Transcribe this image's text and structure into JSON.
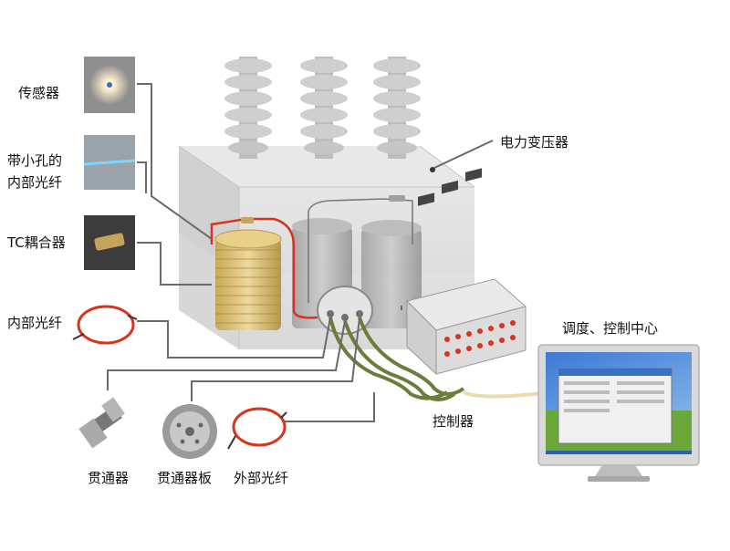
{
  "labels": {
    "sensor": "传感器",
    "inner_fiber_hole_line1": "带小孔的",
    "inner_fiber_hole_line2": "内部光纤",
    "tc_coupler": "TC耦合器",
    "inner_fiber": "内部光纤",
    "transformer": "电力变压器",
    "controller": "控制器",
    "control_center": "调度、控制中心",
    "feedthrough": "贯通器",
    "feedthrough_plate": "贯通器板",
    "outer_fiber": "外部光纤"
  },
  "colors": {
    "tank": "#dedede",
    "tank_edge": "#c4c4c4",
    "insulator": "#cfcfcf",
    "coil": "#d9bf7a",
    "fiber_red": "#d8331e",
    "fiber_green": "#6b7d3a",
    "leader": "#6a6a6a",
    "screen_blue": "#2f66c9",
    "desktop_green": "#6aa83a"
  }
}
